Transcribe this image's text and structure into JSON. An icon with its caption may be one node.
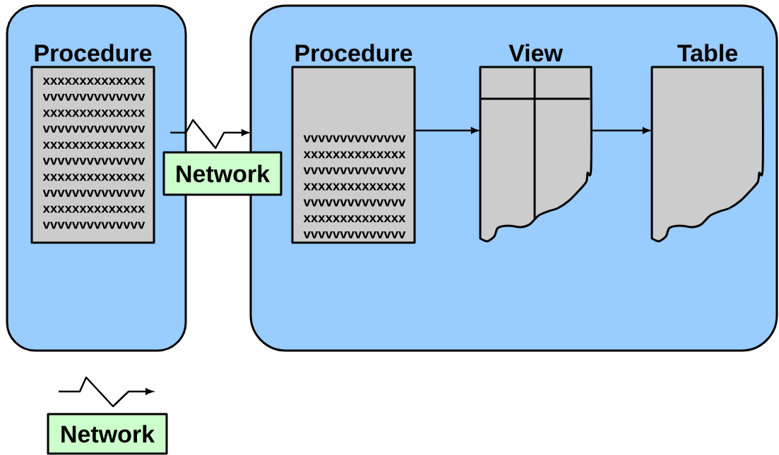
{
  "diagram": {
    "nodes": [
      {
        "text": [],
        "shape": "box"
      },
      {
        "text": [
          "Procedure",
          "xxxxxxxxxxxxxx vvvvvvvvvvvvvv xxxxxxxxxxxxxx vvvvvvvvvvvvvv xxxxxxxxxxxxxx vvvvvvvvvvvvvv xxxxxxxxxxxxxx vvvvvvvvvvvvvv xxxxxxxxxxxxxx vvvvvvvvvvvvvv"
        ],
        "in": 0
      },
      {
        "text": [],
        "shape": "box"
      },
      {
        "text": [
          "Procedure",
          "vvvvvvvvvvvvvv xxxxxxxxxxxxxx vvvvvvvvvvvvvv xxxxxxxxxxxxxx vvvvvvvvvvvvvv xxxxxxxxxxxxxx vvvvvvvvvvvvvv"
        ],
        "in": 2
      },
      {
        "text": [
          "View"
        ],
        "in": 2
      },
      {
        "text": [
          "Table"
        ],
        "in": 2
      },
      {
        "text": [
          "Network"
        ]
      },
      {
        "text": [
          "Network"
        ]
      }
    ],
    "edges": [
      {
        "from": 0,
        "to": 2,
        "arrow": "to"
      },
      {
        "from": 3,
        "to": 4,
        "arrow": "to"
      },
      {
        "from": 4,
        "to": 5,
        "arrow": "to"
      }
    ]
  }
}
